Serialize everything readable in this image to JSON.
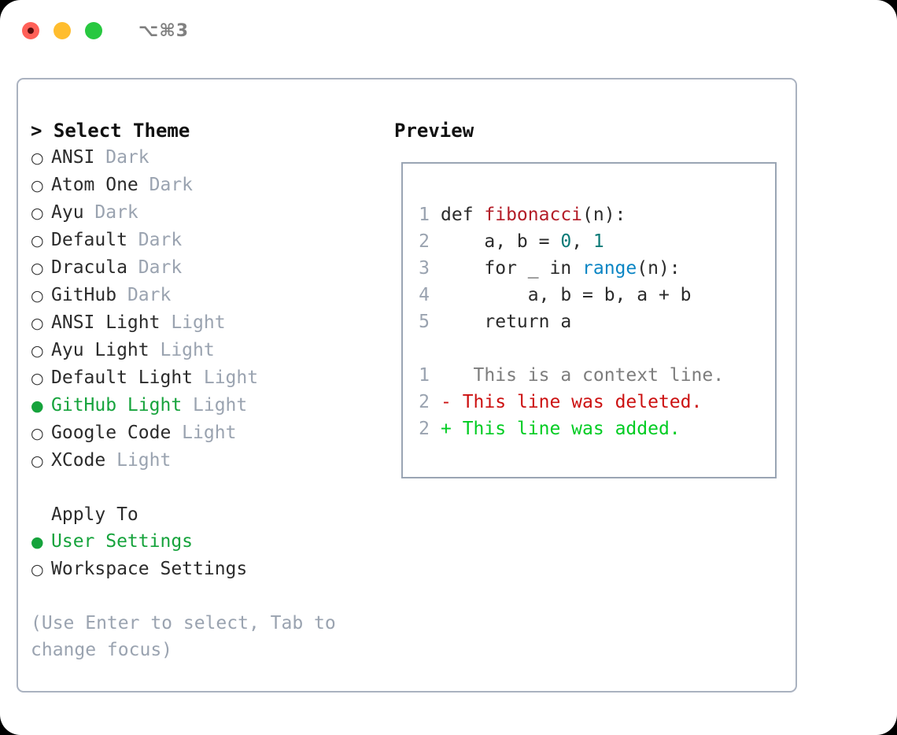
{
  "titlebar": {
    "shortcut": "⌥⌘3",
    "lights": [
      {
        "name": "close",
        "color": "#ff6058"
      },
      {
        "name": "minimize",
        "color": "#ffbd2e"
      },
      {
        "name": "maximize",
        "color": "#28c840"
      }
    ]
  },
  "colors": {
    "accent_green": "#16a33c",
    "muted": "#9aa3b0",
    "border": "#aab2c0",
    "preview_border": "#9aa5b4",
    "diff_add": "#00cc22",
    "diff_del": "#cc1111",
    "diff_ctx": "#7d7d7d",
    "syn_func": "#b31d28",
    "syn_num": "#0b7a77",
    "syn_call": "#0a85c4"
  },
  "theme_section": {
    "header": "> Select Theme",
    "prompt_glyph": ">",
    "marker_selected": "●",
    "marker_unselected": "○",
    "items": [
      {
        "name": "ANSI",
        "badge": "Dark",
        "selected": false
      },
      {
        "name": "Atom One",
        "badge": "Dark",
        "selected": false
      },
      {
        "name": "Ayu",
        "badge": "Dark",
        "selected": false
      },
      {
        "name": "Default",
        "badge": "Dark",
        "selected": false
      },
      {
        "name": "Dracula",
        "badge": "Dark",
        "selected": false
      },
      {
        "name": "GitHub",
        "badge": "Dark",
        "selected": false
      },
      {
        "name": "ANSI Light",
        "badge": "Light",
        "selected": false
      },
      {
        "name": "Ayu Light",
        "badge": "Light",
        "selected": false
      },
      {
        "name": "Default Light",
        "badge": "Light",
        "selected": false
      },
      {
        "name": "GitHub Light",
        "badge": "Light",
        "selected": true
      },
      {
        "name": "Google Code",
        "badge": "Light",
        "selected": false
      },
      {
        "name": "XCode",
        "badge": "Light",
        "selected": false
      }
    ]
  },
  "apply_to": {
    "title": "Apply To",
    "items": [
      {
        "name": "User Settings",
        "selected": true
      },
      {
        "name": "Workspace Settings",
        "selected": false
      }
    ]
  },
  "hint": "(Use Enter to select, Tab to change focus)",
  "preview": {
    "title": "Preview",
    "code_lines": [
      {
        "no": "1",
        "segments": [
          {
            "t": "def ",
            "c": "plain"
          },
          {
            "t": "fibonacci",
            "c": "func"
          },
          {
            "t": "(n):",
            "c": "plain"
          }
        ]
      },
      {
        "no": "2",
        "segments": [
          {
            "t": "    a, b = ",
            "c": "plain"
          },
          {
            "t": "0",
            "c": "num"
          },
          {
            "t": ", ",
            "c": "plain"
          },
          {
            "t": "1",
            "c": "num"
          }
        ]
      },
      {
        "no": "3",
        "segments": [
          {
            "t": "    for _ in ",
            "c": "plain"
          },
          {
            "t": "range",
            "c": "call"
          },
          {
            "t": "(n):",
            "c": "plain"
          }
        ]
      },
      {
        "no": "4",
        "segments": [
          {
            "t": "        a, b = b, a + b",
            "c": "plain"
          }
        ]
      },
      {
        "no": "5",
        "segments": [
          {
            "t": "    return a",
            "c": "plain"
          }
        ]
      }
    ],
    "diff_lines": [
      {
        "no": "1",
        "sign": " ",
        "text": "  This is a context line.",
        "kind": "ctx"
      },
      {
        "no": "2",
        "sign": "-",
        "text": " This line was deleted.",
        "kind": "del"
      },
      {
        "no": "2",
        "sign": "+",
        "text": " This line was added.",
        "kind": "add"
      }
    ]
  }
}
